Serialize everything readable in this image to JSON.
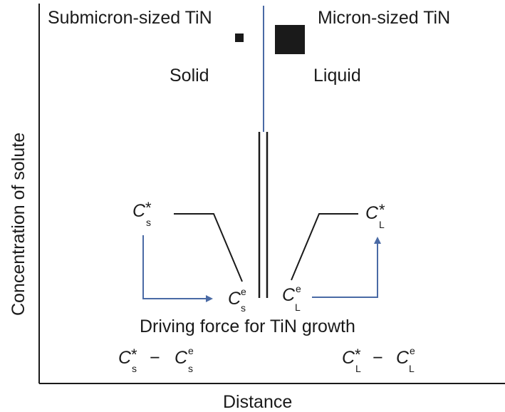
{
  "labels": {
    "submicron": "Submicron-sized TiN",
    "micron": "Micron-sized TiN",
    "solid": "Solid",
    "liquid": "Liquid",
    "driving_force": "Driving force for TiN growth",
    "x_axis": "Distance",
    "y_axis": "Concentration of solute"
  },
  "symbols": {
    "C": "C",
    "star": "*",
    "sub_s": "s",
    "sub_L": "L",
    "sup_e": "e",
    "minus": "−"
  },
  "colors": {
    "line": "#1a1a1a",
    "arrow": "#4a6aa5",
    "interface": "#4a6aa5"
  }
}
